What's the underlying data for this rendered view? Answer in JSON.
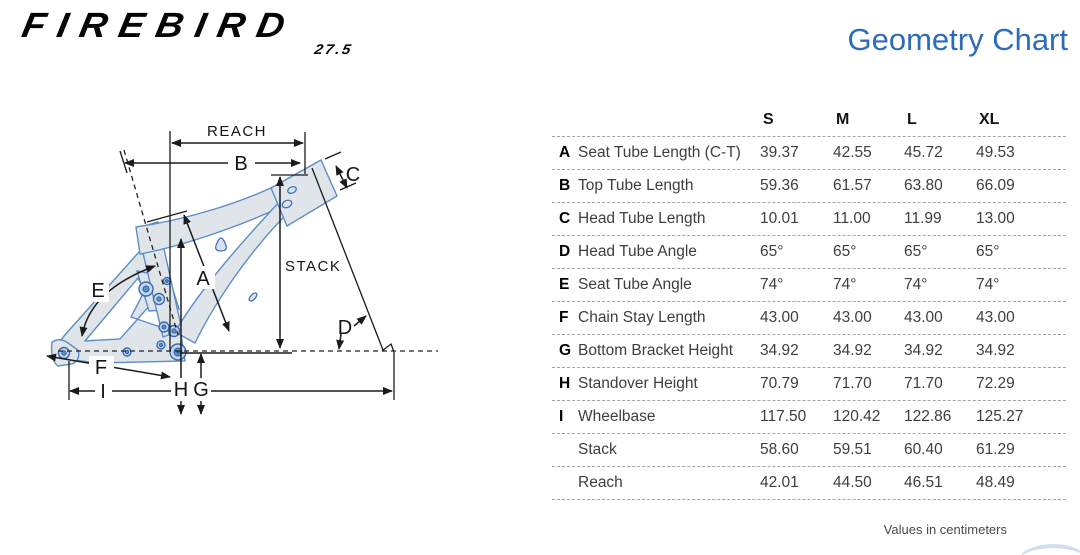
{
  "logo": {
    "brand": "FIREBIRD",
    "model": "27.5"
  },
  "title": "Geometry Chart",
  "diagram": {
    "labels": {
      "reach": "REACH",
      "stack": "STACK",
      "a": "A",
      "b": "B",
      "c": "C",
      "d": "D",
      "e": "E",
      "f": "F",
      "g": "G",
      "h": "H",
      "i": "I"
    }
  },
  "table": {
    "columns": [
      "S",
      "M",
      "L",
      "XL"
    ],
    "rows": [
      {
        "letter": "A",
        "label": "Seat Tube Length (C-T)",
        "s": "39.37",
        "m": "42.55",
        "l": "45.72",
        "xl": "49.53"
      },
      {
        "letter": "B",
        "label": "Top Tube Length",
        "s": "59.36",
        "m": "61.57",
        "l": "63.80",
        "xl": "66.09"
      },
      {
        "letter": "C",
        "label": "Head Tube Length",
        "s": "10.01",
        "m": "11.00",
        "l": "11.99",
        "xl": "13.00"
      },
      {
        "letter": "D",
        "label": "Head Tube Angle",
        "s": "65°",
        "m": "65°",
        "l": "65°",
        "xl": "65°"
      },
      {
        "letter": "E",
        "label": "Seat Tube Angle",
        "s": "74°",
        "m": "74°",
        "l": "74°",
        "xl": "74°"
      },
      {
        "letter": "F",
        "label": "Chain Stay Length",
        "s": "43.00",
        "m": "43.00",
        "l": "43.00",
        "xl": "43.00"
      },
      {
        "letter": "G",
        "label": "Bottom Bracket Height",
        "s": "34.92",
        "m": "34.92",
        "l": "34.92",
        "xl": "34.92"
      },
      {
        "letter": "H",
        "label": "Standover Height",
        "s": "70.79",
        "m": "71.70",
        "l": "71.70",
        "xl": "72.29"
      },
      {
        "letter": "I",
        "label": "Wheelbase",
        "s": "117.50",
        "m": "120.42",
        "l": "122.86",
        "xl": "125.27"
      },
      {
        "letter": "",
        "label": "Stack",
        "s": "58.60",
        "m": "59.51",
        "l": "60.40",
        "xl": "61.29"
      },
      {
        "letter": "",
        "label": "Reach",
        "s": "42.01",
        "m": "44.50",
        "l": "46.51",
        "xl": "48.49"
      }
    ],
    "footnote": "Values in centimeters"
  },
  "colors": {
    "accent_blue": "#2d6cb8",
    "frame_fill": "#e0e5ea",
    "frame_stroke": "#5d8dc9",
    "dashed_rule": "#a5a5a5",
    "dimension_line": "#1b1b1b"
  },
  "chart_data": {
    "type": "table",
    "title": "Geometry Chart",
    "units": "centimeters",
    "columns": [
      "S",
      "M",
      "L",
      "XL"
    ],
    "rows": [
      {
        "id": "A",
        "parameter": "Seat Tube Length (C-T)",
        "S": 39.37,
        "M": 42.55,
        "L": 45.72,
        "XL": 49.53
      },
      {
        "id": "B",
        "parameter": "Top Tube Length",
        "S": 59.36,
        "M": 61.57,
        "L": 63.8,
        "XL": 66.09
      },
      {
        "id": "C",
        "parameter": "Head Tube Length",
        "S": 10.01,
        "M": 11.0,
        "L": 11.99,
        "XL": 13.0
      },
      {
        "id": "D",
        "parameter": "Head Tube Angle",
        "S": "65°",
        "M": "65°",
        "L": "65°",
        "XL": "65°"
      },
      {
        "id": "E",
        "parameter": "Seat Tube Angle",
        "S": "74°",
        "M": "74°",
        "L": "74°",
        "XL": "74°"
      },
      {
        "id": "F",
        "parameter": "Chain Stay Length",
        "S": 43.0,
        "M": 43.0,
        "L": 43.0,
        "XL": 43.0
      },
      {
        "id": "G",
        "parameter": "Bottom Bracket Height",
        "S": 34.92,
        "M": 34.92,
        "L": 34.92,
        "XL": 34.92
      },
      {
        "id": "H",
        "parameter": "Standover Height",
        "S": 70.79,
        "M": 71.7,
        "L": 71.7,
        "XL": 72.29
      },
      {
        "id": "I",
        "parameter": "Wheelbase",
        "S": 117.5,
        "M": 120.42,
        "L": 122.86,
        "XL": 125.27
      },
      {
        "id": "",
        "parameter": "Stack",
        "S": 58.6,
        "M": 59.51,
        "L": 60.4,
        "XL": 61.29
      },
      {
        "id": "",
        "parameter": "Reach",
        "S": 42.01,
        "M": 44.5,
        "L": 46.51,
        "XL": 48.49
      }
    ]
  }
}
